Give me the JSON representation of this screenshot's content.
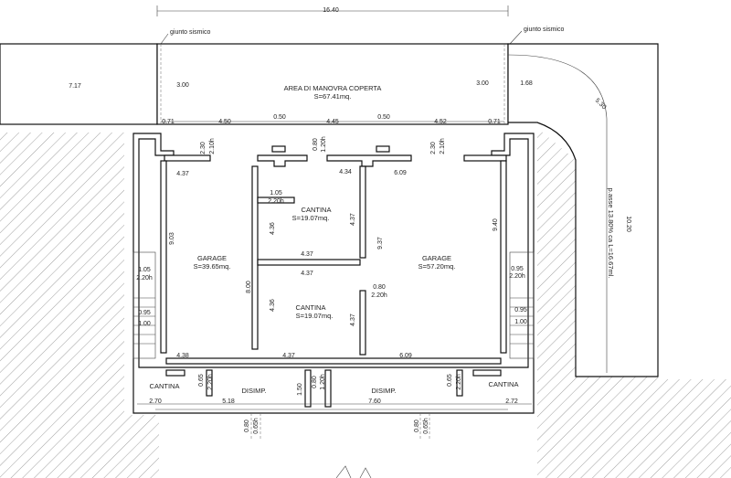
{
  "labels": {
    "overall_width": "16.40",
    "seismic_left": "giunto sismico",
    "seismic_right": "giunto sismico",
    "manovra_title": "AREA DI MANOVRA COPERTA",
    "manovra_area": "S=67.41mq.",
    "ramp_line1": "p.asse 13.80% ca L=16.67ml.",
    "garage_left_title": "GARAGE",
    "garage_left_area": "S=39.65mq.",
    "garage_right_title": "GARAGE",
    "garage_right_area": "S=57.20mq.",
    "cantina_top_title": "CANTINA",
    "cantina_top_area": "S=19.07mq.",
    "cantina_bottom_title": "CANTINA",
    "cantina_bottom_area": "S=19.07mq.",
    "cantina_left": "CANTINA",
    "cantina_right": "CANTINA",
    "disimp_left": "DISIMP.",
    "disimp_right": "DISIMP."
  },
  "dims": {
    "d717": "7.17",
    "d300a": "3.00",
    "d300b": "3.00",
    "d168": "1.68",
    "d530": "5.30",
    "d071a": "0.71",
    "d450": "4.50",
    "d050a": "0.50",
    "d445": "4.45",
    "d050b": "0.50",
    "d452": "4.52",
    "d071b": "0.71",
    "d230a": "2.30",
    "d210a": "2.10h",
    "d080a": "0.80",
    "d120a": "1.20h",
    "d230b": "2.30",
    "d210b": "2.10h",
    "d437a": "4.37",
    "d434": "4.34",
    "d609a": "6.09",
    "d105a": "1.05",
    "d220a": "2.20h",
    "d903": "9.03",
    "d436a": "4.36",
    "d437b": "4.37",
    "d937": "9.37",
    "d940": "9.40",
    "d437c": "4.37",
    "d437d": "4.37",
    "d105b": "1.05",
    "d220b": "2.20h",
    "d095a": "0.95",
    "d220c": "2.20h",
    "d080b": "0.80",
    "d220d": "2.20h",
    "d800": "8.00",
    "d436b": "4.36",
    "d095b": "0.95",
    "d100a": "1.00",
    "d095c": "0.95",
    "d100b": "1.00",
    "d438": "4.38",
    "d437e": "4.37",
    "d609b": "6.09",
    "d065a": "0.65",
    "d220e": "2.20h",
    "d080c": "0.80",
    "d120b": "1.20h",
    "d065b": "0.65",
    "d220f": "2.20h",
    "d270": "2.70",
    "d518": "5.18",
    "d150": "1.50",
    "d760": "7.60",
    "d272": "2.72",
    "d080d": "0.80",
    "d065c": "0.65h",
    "d080e": "0.80",
    "d065d": "0.65h",
    "d1020": "10.20"
  }
}
